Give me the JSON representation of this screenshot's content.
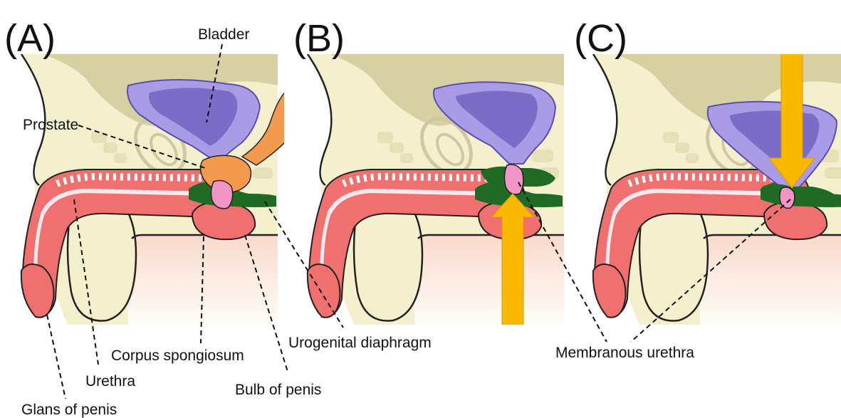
{
  "panels": [
    {
      "letter": "(A)"
    },
    {
      "letter": "(B)"
    },
    {
      "letter": "(C)"
    }
  ],
  "labels": {
    "bladder": "Bladder",
    "prostate": "Prostate",
    "corpus_spongiosum": "Corpus spongiosum",
    "urethra": "Urethra",
    "glans_of_penis": "Glans of penis",
    "bulb_of_penis": "Bulb of penis",
    "urogenital_diaphragm": "Urogenital diaphragm",
    "membranous_urethra": "Membranous urethra"
  },
  "colors": {
    "background_tissue": "#F4F0CE",
    "pelvic_bone": "#D6D0A2",
    "bladder": "#A99BE6",
    "bladder_inner": "#7B6CC8",
    "prostate": "#F39A4E",
    "urogenital_diaphragm": "#1F6B24",
    "corpus_spongiosum": "#F07070",
    "membranous_urethra": "#F295C6",
    "arrow": "#FBB800",
    "skin_shadow": "#FBDCD4"
  },
  "arrows": [
    {
      "panel": "B",
      "direction": "up"
    },
    {
      "panel": "C",
      "direction": "down"
    }
  ]
}
